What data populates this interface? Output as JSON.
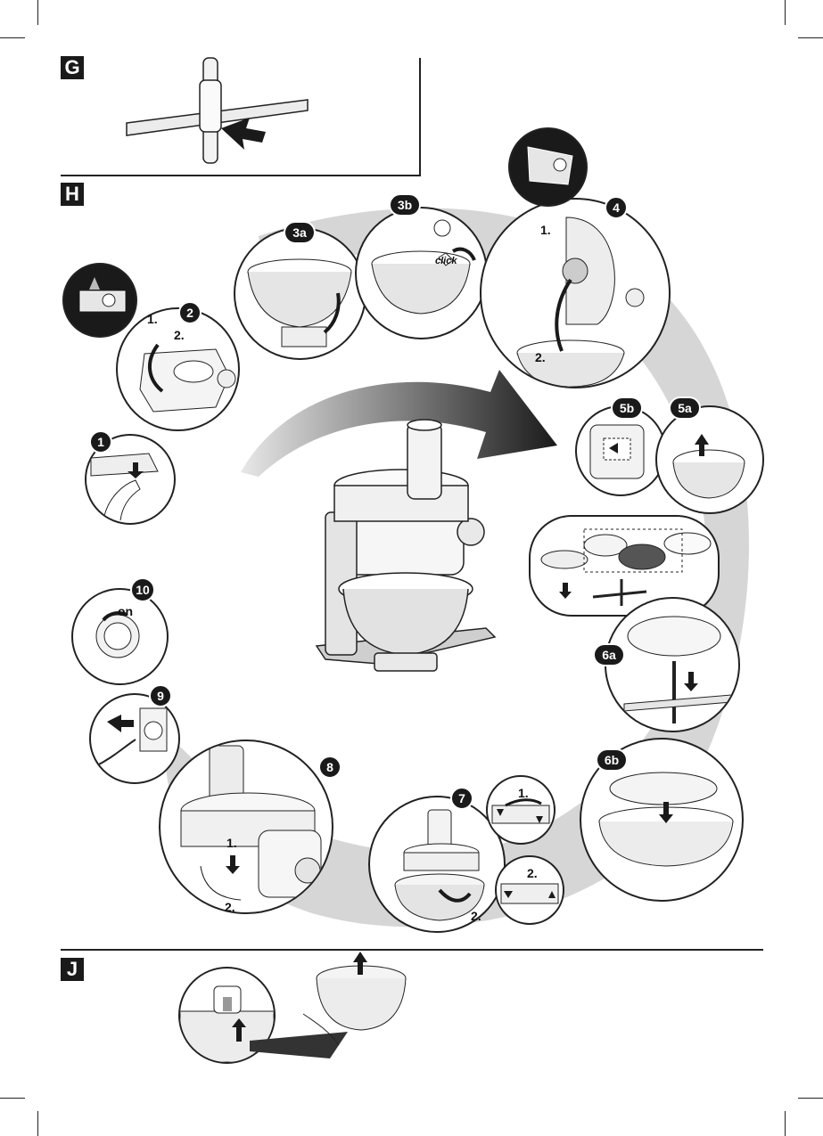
{
  "sections": {
    "g": "G",
    "h": "H",
    "j": "J"
  },
  "steps": {
    "s1": "1",
    "s2": "2",
    "s3a": "3a",
    "s3b": "3b",
    "s4": "4",
    "s5a": "5a",
    "s5b": "5b",
    "s6a": "6a",
    "s6b": "6b",
    "s7": "7",
    "s8": "8",
    "s9": "9",
    "s10": "10"
  },
  "labels": {
    "step2_sub1": "1.",
    "step2_sub2": "2.",
    "step3b_click": "click",
    "step4_sub1": "1.",
    "step4_sub2": "2.",
    "step7_sub1": "1.",
    "step7_sub2": "2.",
    "step7_main2": "2.",
    "step8_sub1": "1.",
    "step8_sub2": "2.",
    "step10_on": "on"
  },
  "colors": {
    "ink": "#222222",
    "swoosh": "#d0d0d0",
    "arrow_dark": "#1a1a1a"
  }
}
